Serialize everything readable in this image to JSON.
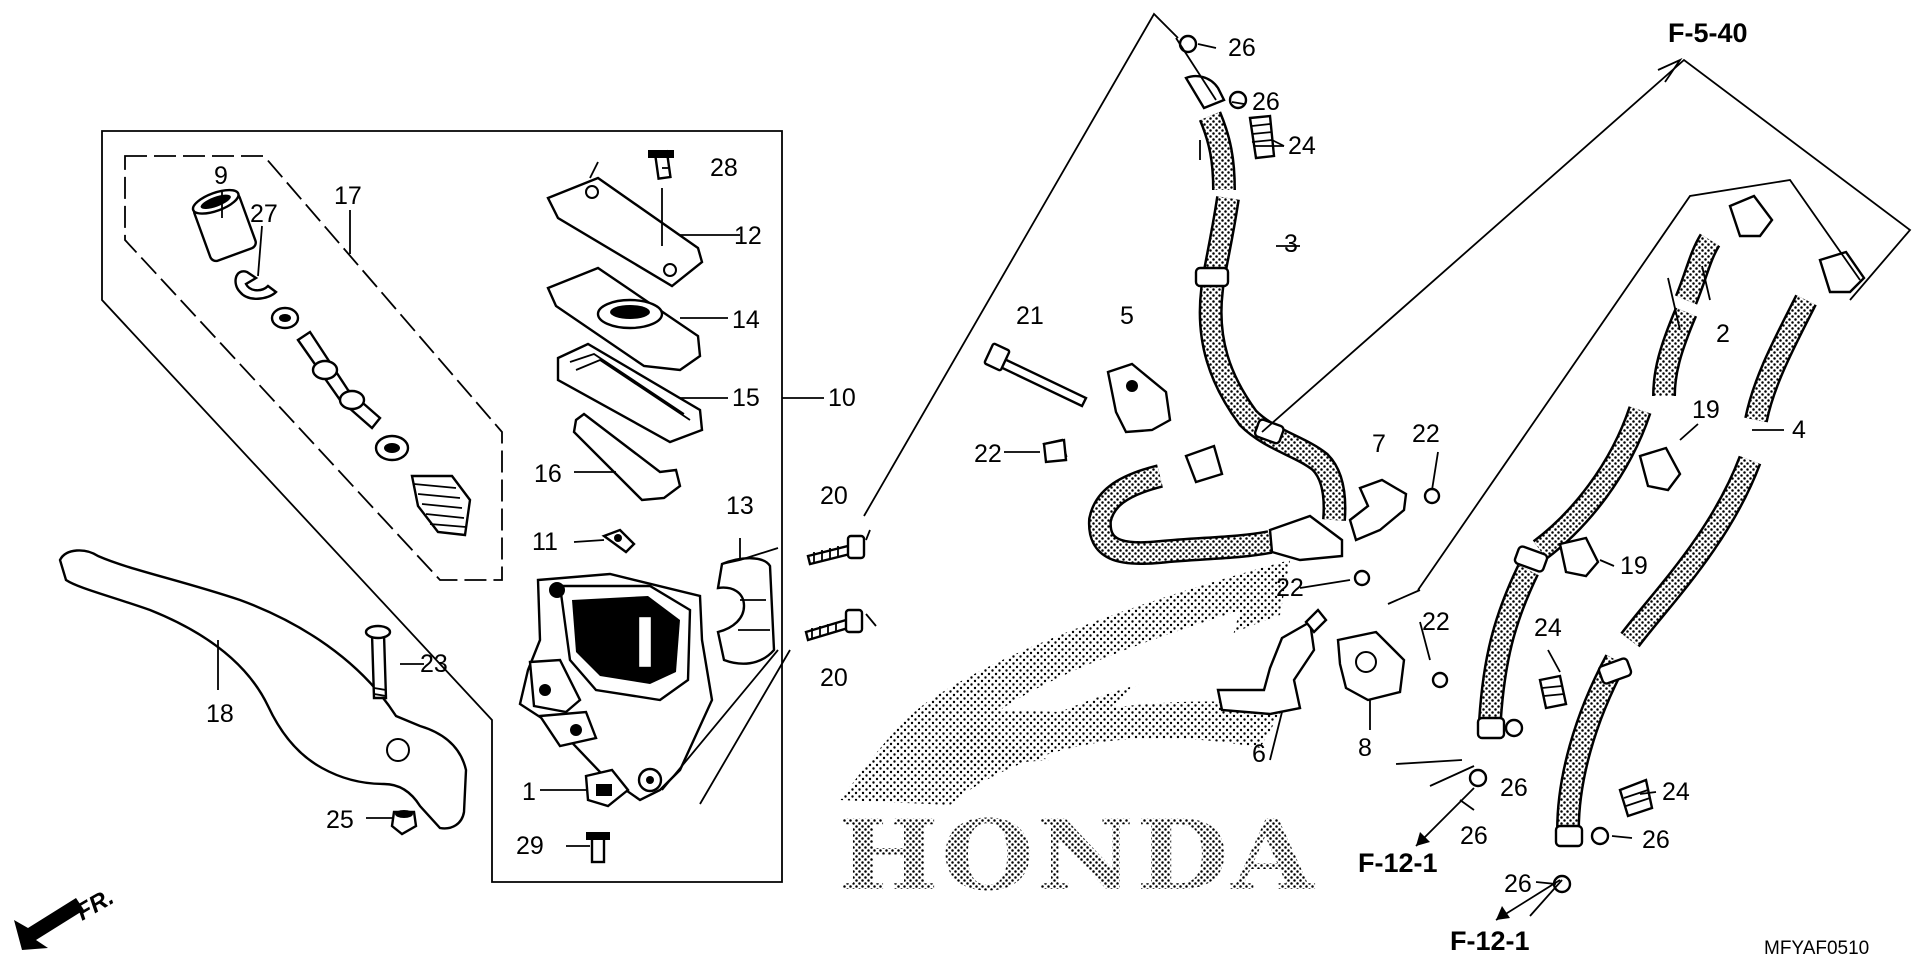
{
  "diagram": {
    "part_callouts": [
      "1",
      "2",
      "3",
      "4",
      "5",
      "6",
      "7",
      "8",
      "9",
      "10",
      "11",
      "12",
      "13",
      "14",
      "15",
      "16",
      "17",
      "18",
      "19",
      "19",
      "20",
      "20",
      "21",
      "22",
      "22",
      "22",
      "22",
      "23",
      "24",
      "24",
      "24",
      "25",
      "26",
      "26",
      "26",
      "26",
      "26",
      "26",
      "27",
      "28",
      "29"
    ],
    "references": {
      "top": "F-5-40",
      "bottom_left": "F-12-1",
      "bottom_right": "F-12-1"
    },
    "front_indicator": "FR.",
    "brand_watermark": "HONDA",
    "diagram_code": "MFYAF0510"
  }
}
